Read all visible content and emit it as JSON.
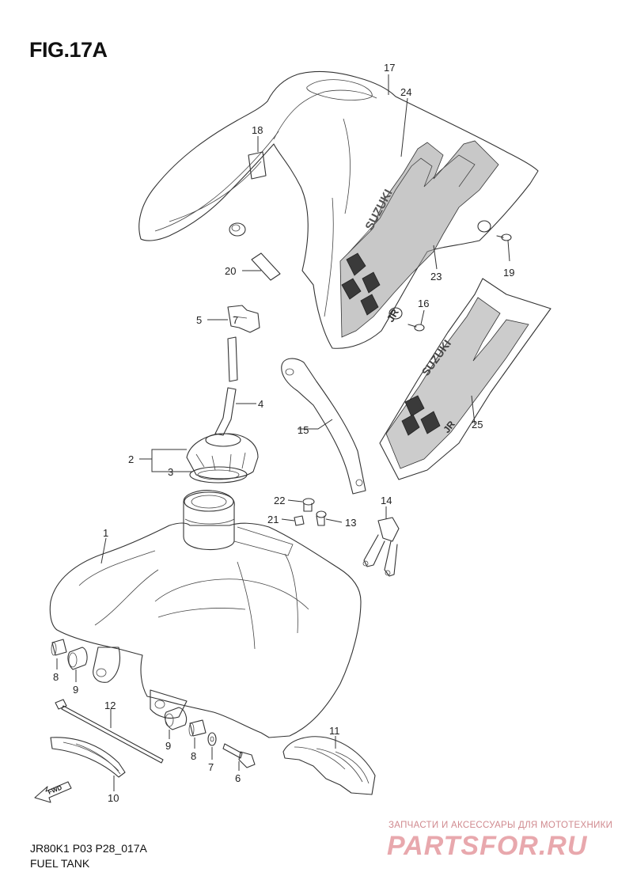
{
  "figure": {
    "title": "FIG.17A",
    "code": "JR80K1 P03 P28_017A",
    "name": "FUEL TANK"
  },
  "callouts": [
    {
      "id": "c1",
      "label": "1"
    },
    {
      "id": "c2",
      "label": "2"
    },
    {
      "id": "c3",
      "label": "3"
    },
    {
      "id": "c4",
      "label": "4"
    },
    {
      "id": "c5",
      "label": "5"
    },
    {
      "id": "c6",
      "label": "6"
    },
    {
      "id": "c7a",
      "label": "7"
    },
    {
      "id": "c7b",
      "label": "7"
    },
    {
      "id": "c8a",
      "label": "8"
    },
    {
      "id": "c8b",
      "label": "8"
    },
    {
      "id": "c9a",
      "label": "9"
    },
    {
      "id": "c9b",
      "label": "9"
    },
    {
      "id": "c10",
      "label": "10"
    },
    {
      "id": "c11",
      "label": "11"
    },
    {
      "id": "c12",
      "label": "12"
    },
    {
      "id": "c13",
      "label": "13"
    },
    {
      "id": "c14",
      "label": "14"
    },
    {
      "id": "c15",
      "label": "15"
    },
    {
      "id": "c16",
      "label": "16"
    },
    {
      "id": "c17",
      "label": "17"
    },
    {
      "id": "c18",
      "label": "18"
    },
    {
      "id": "c19",
      "label": "19"
    },
    {
      "id": "c20",
      "label": "20"
    },
    {
      "id": "c21",
      "label": "21"
    },
    {
      "id": "c22",
      "label": "22"
    },
    {
      "id": "c23",
      "label": "23"
    },
    {
      "id": "c24",
      "label": "24"
    },
    {
      "id": "c25",
      "label": "25"
    }
  ],
  "decals": {
    "brand_upper": "SUZUKI",
    "brand_lower": "SUZUKI",
    "model_upper": "JR",
    "model_lower": "JR",
    "fwd_marker": "FWD"
  },
  "watermark": {
    "tagline": "ЗАПЧАСТИ И АКСЕССУАРЫ ДЛЯ МОТОТЕХНИКИ",
    "logo": "PARTSFOR.RU"
  },
  "colors": {
    "line": "#333333",
    "decal_fill": "#9a9a9a",
    "watermark": "#e8a8ad"
  }
}
